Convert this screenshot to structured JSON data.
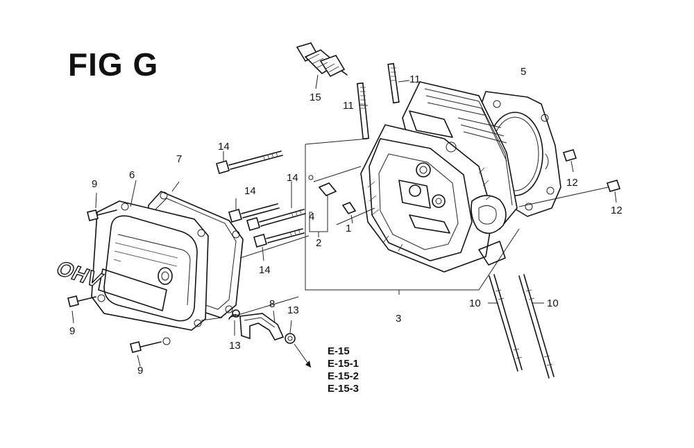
{
  "figure": {
    "title": "FIG G"
  },
  "callouts": {
    "c1": "1",
    "c2": "2",
    "c3": "3",
    "c4": "4",
    "c5": "5",
    "c6": "6",
    "c7": "7",
    "c8": "8",
    "c9a": "9",
    "c9b": "9",
    "c9c": "9",
    "c10a": "10",
    "c10b": "10",
    "c11a": "11",
    "c11b": "11",
    "c12a": "12",
    "c12b": "12",
    "c13a": "13",
    "c13b": "13",
    "c14a": "14",
    "c14b": "14",
    "c14c": "14",
    "c14d": "14",
    "c15": "15"
  },
  "references": [
    "E-15",
    "E-15-1",
    "E-15-2",
    "E-15-3"
  ],
  "logo_text": "OHV"
}
